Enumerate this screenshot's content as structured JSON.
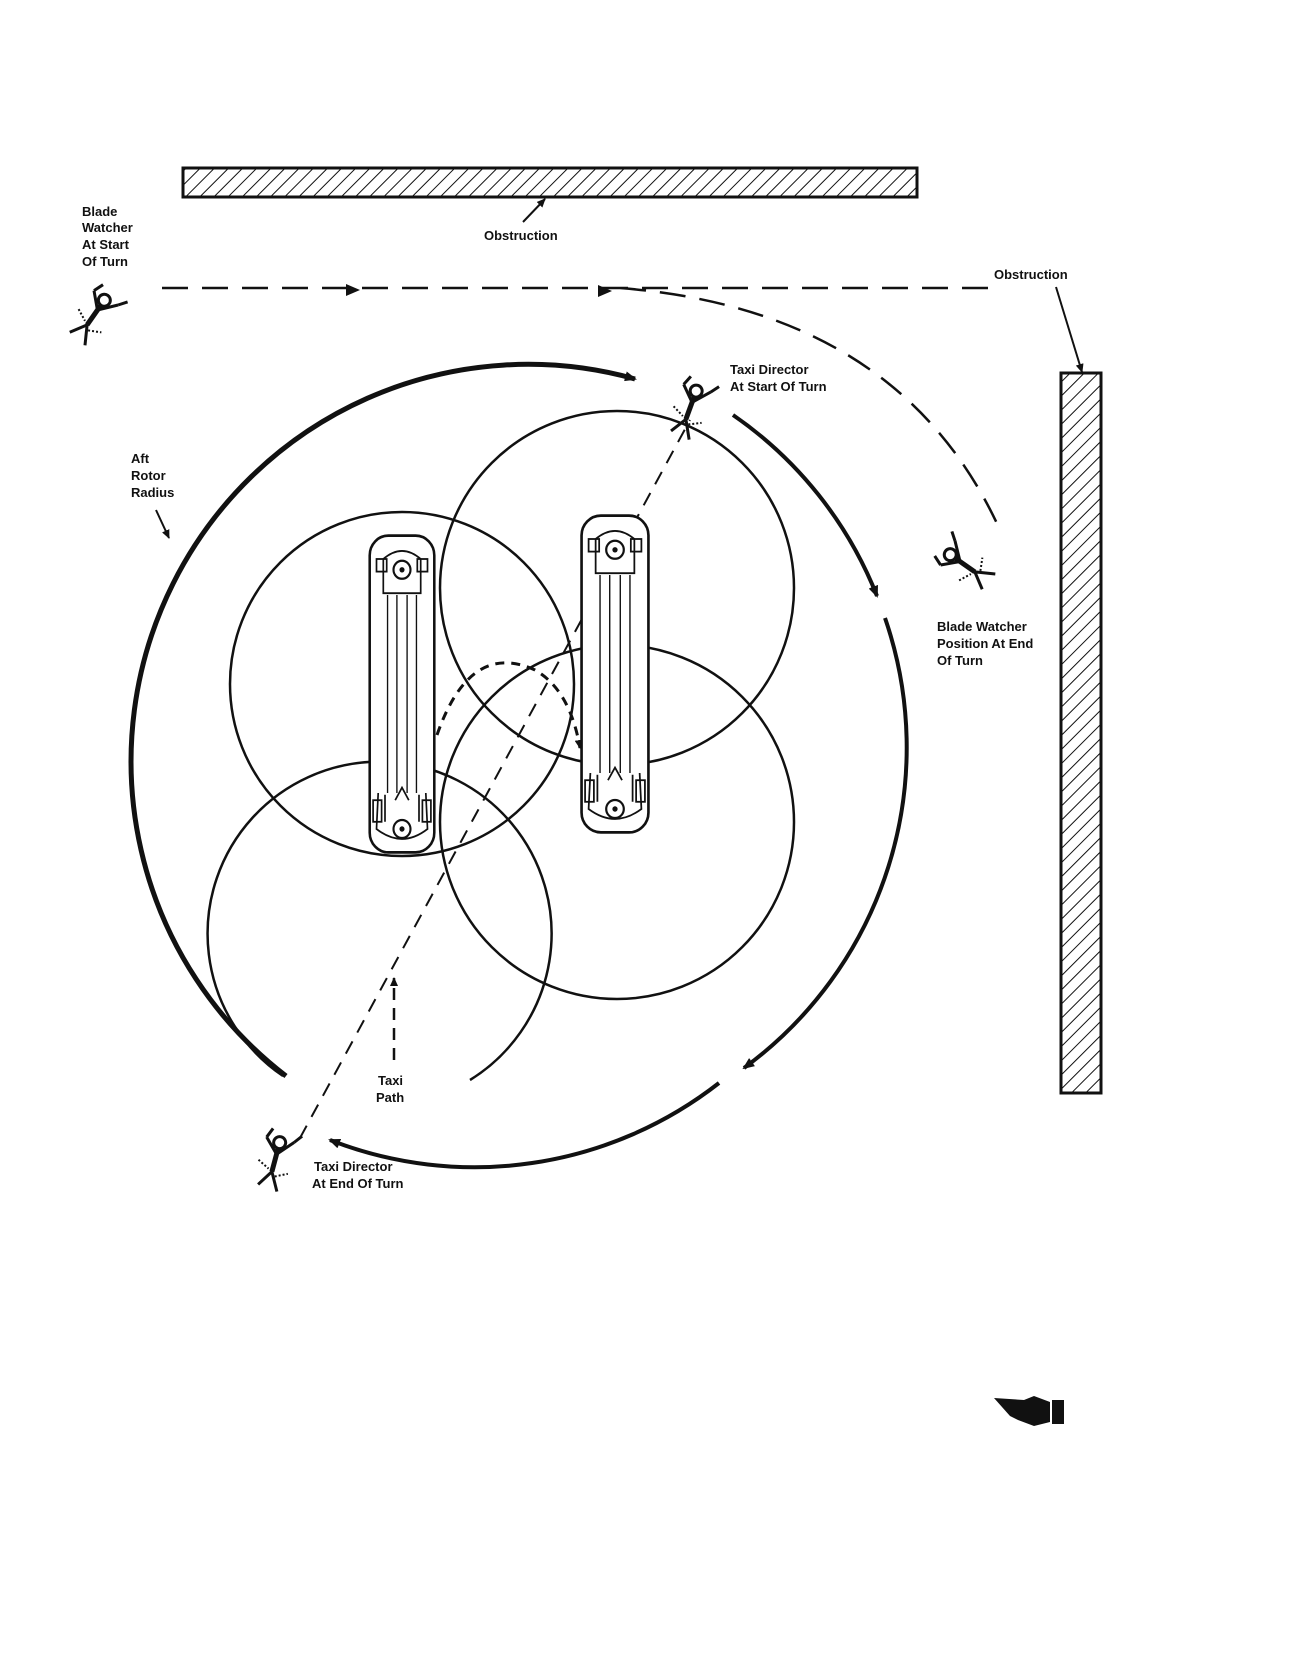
{
  "labels": {
    "obstruction_top": "Obstruction",
    "obstruction_right": "Obstruction",
    "blade_watcher_start": [
      "Blade",
      "Watcher",
      "At Start",
      "Of Turn"
    ],
    "taxi_director_start": [
      "Taxi Director",
      "At Start Of Turn"
    ],
    "aft_rotor_radius": [
      "Aft",
      "Rotor",
      "Radius"
    ],
    "blade_watcher_end": [
      "Blade Watcher",
      "Position At End",
      "Of Turn"
    ],
    "taxi_path": [
      "Taxi",
      "Path"
    ],
    "taxi_director_end": [
      "Taxi Director",
      "At End Of Turn"
    ]
  },
  "icons": {
    "person": "person-icon",
    "helicopter": "helicopter-icon",
    "pointing_hand": "pointing-hand-icon"
  },
  "colors": {
    "ink": "#111111",
    "paper": "#ffffff"
  }
}
